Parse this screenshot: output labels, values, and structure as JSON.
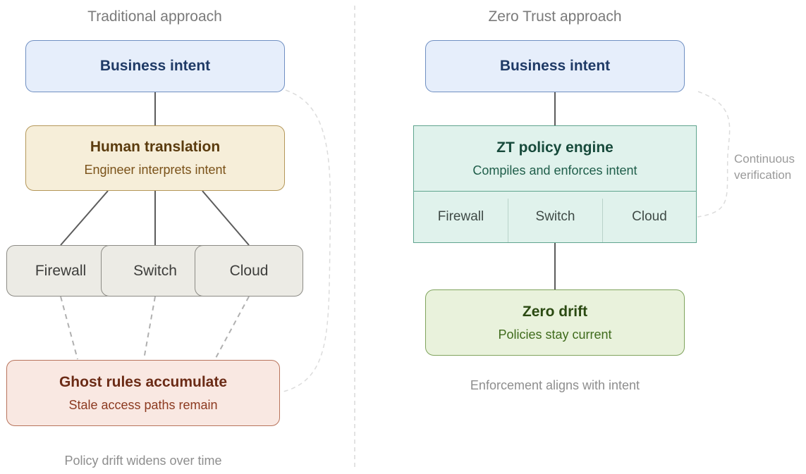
{
  "left": {
    "heading": "Traditional approach",
    "business": {
      "title": "Business intent"
    },
    "translation": {
      "title": "Human translation",
      "subtitle": "Engineer interprets intent"
    },
    "devices": [
      "Firewall",
      "Switch",
      "Cloud"
    ],
    "ghost": {
      "title": "Ghost rules accumulate",
      "subtitle": "Stale access paths remain"
    },
    "footer": "Policy drift widens over time"
  },
  "right": {
    "heading": "Zero Trust approach",
    "business": {
      "title": "Business intent"
    },
    "engine": {
      "title": "ZT policy engine",
      "subtitle": "Compiles and enforces intent"
    },
    "devices": [
      "Firewall",
      "Switch",
      "Cloud"
    ],
    "drift": {
      "title": "Zero drift",
      "subtitle": "Policies stay current"
    },
    "footer": "Enforcement aligns with intent",
    "loop_label_line1": "Continuous",
    "loop_label_line2": "verification"
  },
  "colors": {
    "intent": "#e6eefb",
    "translation": "#f6eed9",
    "device": "#ecebe5",
    "ghost": "#f9e8e2",
    "engine": "#e0f2ec",
    "drift": "#e9f2dc"
  }
}
